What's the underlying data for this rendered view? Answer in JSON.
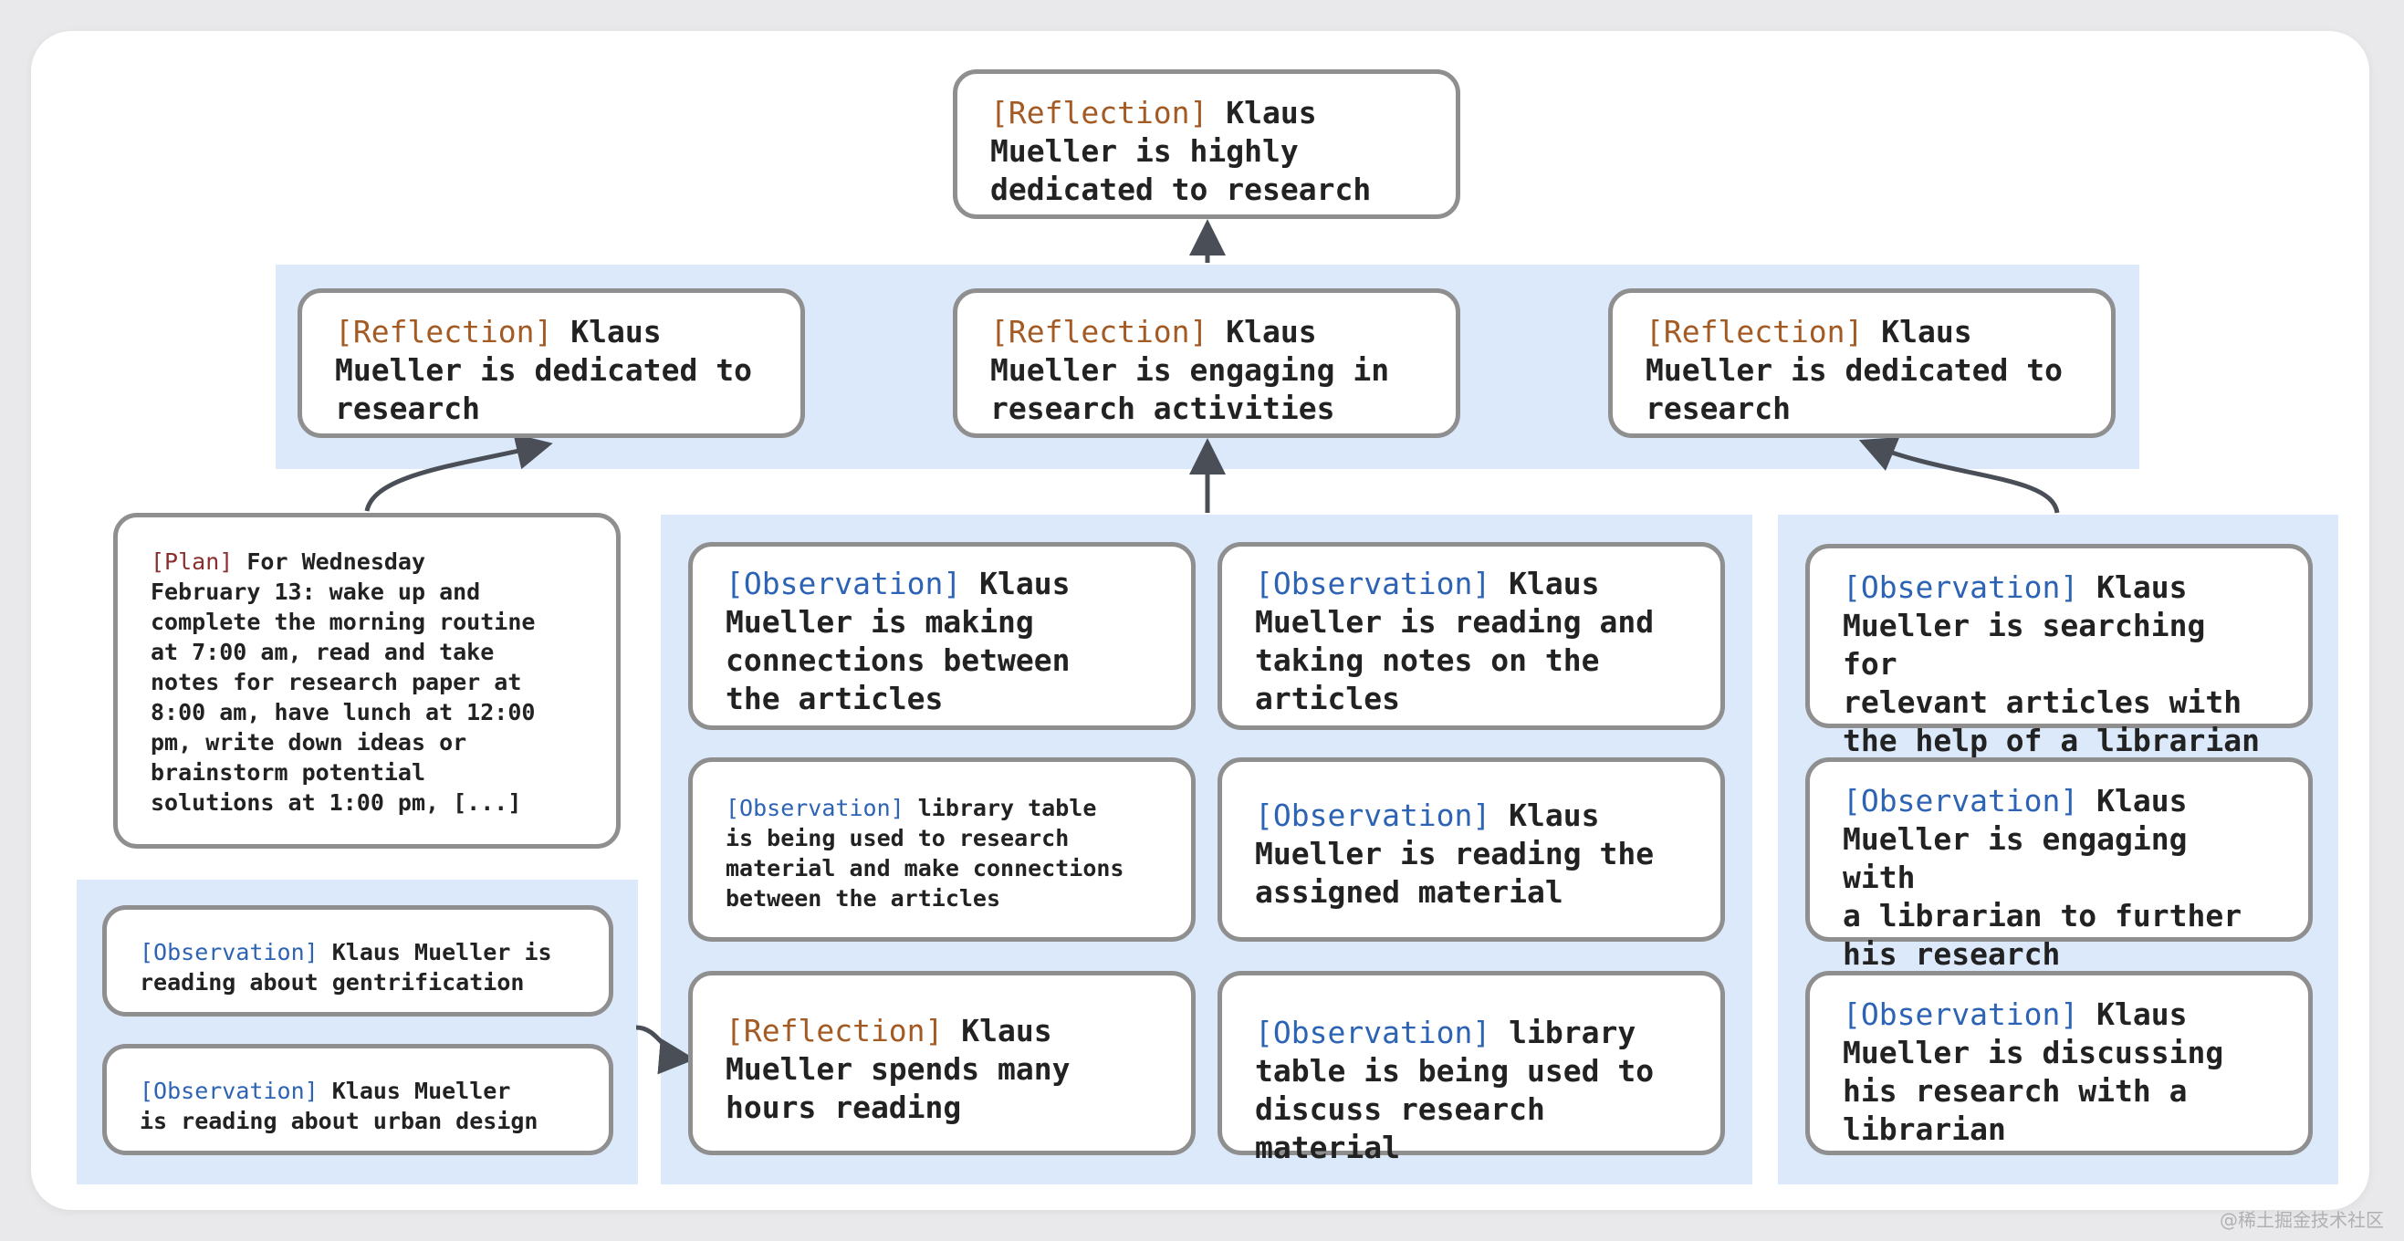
{
  "nodes": {
    "top": {
      "tag": "[Reflection]",
      "text": " Klaus\nMueller is highly\ndedicated to research"
    },
    "refl_left": {
      "tag": "[Reflection]",
      "text": " Klaus\nMueller is dedicated to\nresearch"
    },
    "refl_mid": {
      "tag": "[Reflection]",
      "text": " Klaus\nMueller is engaging in\nresearch activities"
    },
    "refl_right": {
      "tag": "[Reflection]",
      "text": " Klaus\nMueller is dedicated to\nresearch"
    },
    "plan": {
      "tag": "[Plan]",
      "text": " For Wednesday\nFebruary 13: wake up and\ncomplete the morning routine\nat 7:00 am, read and take\nnotes for research paper at\n8:00 am, have lunch at 12:00\npm, write down ideas or\nbrainstorm potential\nsolutions at 1:00 pm, [...]"
    },
    "obs_gentrification": {
      "tag": "[Observation]",
      "text": " Klaus Mueller is\nreading about gentrification"
    },
    "obs_urban": {
      "tag": "[Observation]",
      "text": " Klaus Mueller\nis reading about urban design"
    },
    "obs_connections": {
      "tag": "[Observation]",
      "text": " Klaus\nMueller is making\nconnections between\nthe articles"
    },
    "obs_reading_notes": {
      "tag": "[Observation]",
      "text": " Klaus\nMueller is reading and\ntaking notes on the\narticles"
    },
    "obs_library_table": {
      "tag": "[Observation]",
      "text": " library table\nis being used to research\nmaterial and make connections\nbetween the articles"
    },
    "obs_assigned": {
      "tag": "[Observation]",
      "text": " Klaus\nMueller is reading the\nassigned material"
    },
    "refl_hours": {
      "tag": "[Reflection]",
      "text": " Klaus\nMueller spends many\nhours reading"
    },
    "obs_library_discuss": {
      "tag": "[Observation]",
      "text": " library\ntable is being used to\ndiscuss research material"
    },
    "obs_searching": {
      "tag": "[Observation]",
      "text": " Klaus\nMueller is searching for\nrelevant articles with\nthe help of a librarian"
    },
    "obs_engaging_librarian": {
      "tag": "[Observation]",
      "text": " Klaus\nMueller is engaging with\na librarian to further\nhis research"
    },
    "obs_discussing": {
      "tag": "[Observation]",
      "text": " Klaus\nMueller is discussing\nhis research with a\nlibrarian"
    }
  },
  "watermark": "@稀土掘金技术社区",
  "colors": {
    "reflection_tag": "#a35a23",
    "observation_tag": "#2d63b4",
    "plan_tag": "#8b2e2e",
    "band": "#dbe9fa",
    "border": "#8f8f8f"
  }
}
